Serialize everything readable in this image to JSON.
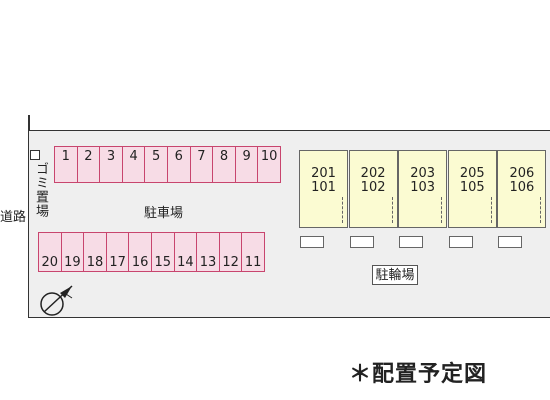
{
  "labels": {
    "road": "道路",
    "garbage": "ゴミ置場",
    "parking": "駐車場",
    "bicycle": "駐輪場",
    "title": "＊配置予定図"
  },
  "parking_top": [
    "1",
    "2",
    "3",
    "4",
    "5",
    "6",
    "7",
    "8",
    "9",
    "10"
  ],
  "parking_bottom": [
    "20",
    "19",
    "18",
    "17",
    "16",
    "15",
    "14",
    "13",
    "12",
    "11"
  ],
  "units": [
    {
      "top": "201",
      "bottom": "101"
    },
    {
      "top": "202",
      "bottom": "102"
    },
    {
      "top": "203",
      "bottom": "103"
    },
    {
      "top": "205",
      "bottom": "105"
    },
    {
      "top": "206",
      "bottom": "106"
    }
  ],
  "colors": {
    "stall_fill": "#f7dce6",
    "stall_border": "#c8456e",
    "building_fill": "#fbfbd2",
    "lot_fill": "#efefef"
  },
  "icons": {
    "compass": "north-arrow-icon"
  }
}
